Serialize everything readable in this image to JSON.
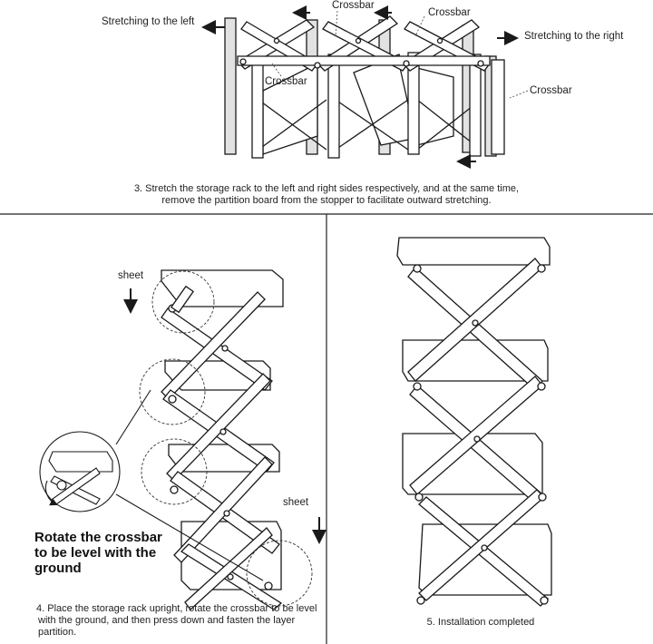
{
  "step3": {
    "label_left": "Stretching to the left",
    "label_right": "Stretching to the right",
    "label_crossbar_top": "Crossbar",
    "label_crossbar_top2": "Crossbar",
    "label_crossbar_mid": "Crossbar",
    "label_crossbar_right": "Crossbar",
    "caption_line1": "3. Stretch the storage rack to the left and right sides respectively, and at the same time,",
    "caption_line2": "remove the partition board from the stopper to facilitate outward stretching."
  },
  "step4": {
    "label_sheet_top": "sheet",
    "label_sheet_bottom": "sheet",
    "note_line1": "Rotate the crossbar",
    "note_line2": "to be level with the",
    "note_line3": "ground",
    "caption_line1": "4. Place the storage rack upright, rotate the crossbar to be level",
    "caption_line2": "with the ground, and then press down and fasten the layer",
    "caption_line3": "partition."
  },
  "step5": {
    "caption": "5. Installation completed"
  },
  "colors": {
    "line": "#1a1a1a",
    "fill": "#ffffff",
    "shade": "#d8d8d8"
  },
  "icons": [
    "arrow-left-icon",
    "arrow-right-icon",
    "arrow-down-icon"
  ]
}
